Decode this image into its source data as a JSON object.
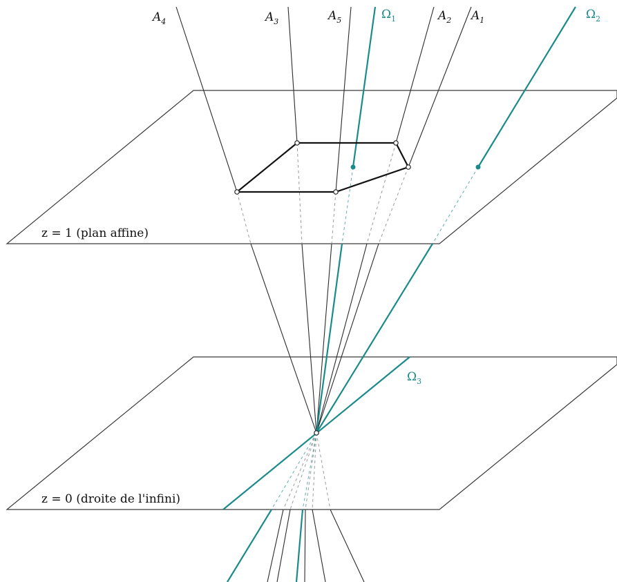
{
  "planes": {
    "affine_label": "z = 1 (plan affine)",
    "infinity_label": "z = 0 (droite de l'infini)"
  },
  "points": [
    {
      "name": "A",
      "index": "4"
    },
    {
      "name": "A",
      "index": "3"
    },
    {
      "name": "A",
      "index": "5"
    },
    {
      "name": "A",
      "index": "2"
    },
    {
      "name": "A",
      "index": "1"
    }
  ],
  "directions": [
    {
      "name": "Ω",
      "index": "1"
    },
    {
      "name": "Ω",
      "index": "2"
    },
    {
      "name": "Ω",
      "index": "3"
    }
  ],
  "colors": {
    "teal": "#1a8a8a",
    "ink": "#111111"
  }
}
